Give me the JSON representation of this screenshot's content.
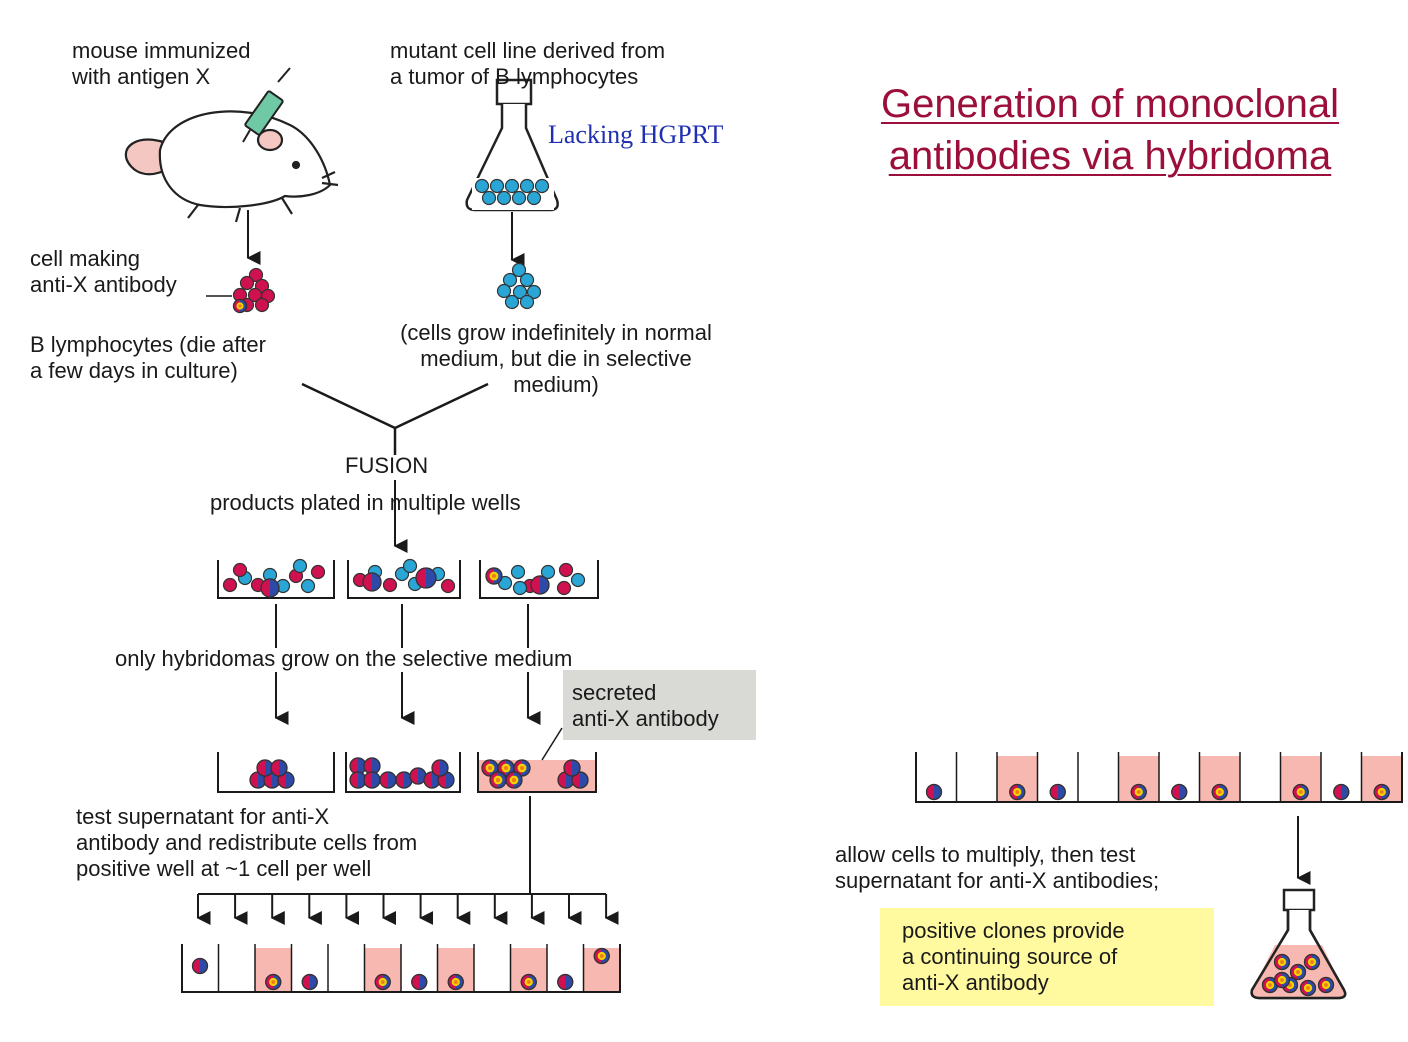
{
  "title": "Generation of monoclonal\nantibodies via hybridoma",
  "annotation_hgprt": "Lacking HGPRT",
  "labels": {
    "mouse": "mouse immunized\nwith antigen X",
    "mutant_line": "mutant cell line derived from\na tumor of B lymphocytes",
    "cell_making": "cell making\nanti-X antibody",
    "b_lymphocytes": "B lymphocytes (die after\na few days in culture)",
    "myeloma_note": "(cells grow indefinitely in normal\nmedium, but die in selective\nmedium)",
    "fusion": "FUSION",
    "plated": "products plated in multiple wells",
    "selective": "only hybridomas grow on the selective medium",
    "secreted": "secreted\nanti-X antibody",
    "test_supernatant": "test supernatant for anti-X\nantibody and redistribute cells from\npositive well at ~1 cell per well",
    "allow_multiply": "allow cells to multiply, then test\nsupernatant for anti-X antibodies;",
    "positive_clones": "positive clones provide\na continuing source of\nanti-X antibody"
  },
  "colors": {
    "title": "#9b0f3a",
    "b_cell": "#cf1150",
    "myeloma_cell": "#2aa6d6",
    "positive_well": "#f6b8b0",
    "callout_grey": "#d9d9d6",
    "callout_yellow": "#fffaa0",
    "hgprt_note": "#1f2fb0"
  }
}
